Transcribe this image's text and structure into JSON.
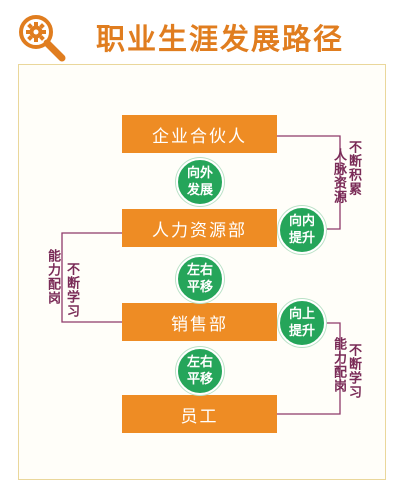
{
  "title": "职业生涯发展路径",
  "colors": {
    "accent": "#ee8c24",
    "green": "#25a55a",
    "line": "#8e3a6a",
    "title": "#e07d1f"
  },
  "boxes": {
    "partner": "企业合伙人",
    "hr": "人力资源部",
    "sales": "销售部",
    "staff": "员工"
  },
  "circles": {
    "outward": [
      "向外",
      "发展"
    ],
    "lateral_1": [
      "左右",
      "平移"
    ],
    "lateral_2": [
      "左右",
      "平移"
    ],
    "inward": [
      "向内",
      "提升"
    ],
    "upward": [
      "向上",
      "提升"
    ]
  },
  "side_notes": {
    "right_top": {
      "col1": "不断积累",
      "col2": "人脉资源"
    },
    "left_mid": {
      "col1": "不断学习",
      "col2": "能力配岗"
    },
    "right_bottom": {
      "col1": "不断学习",
      "col2": "能力配岗"
    }
  }
}
